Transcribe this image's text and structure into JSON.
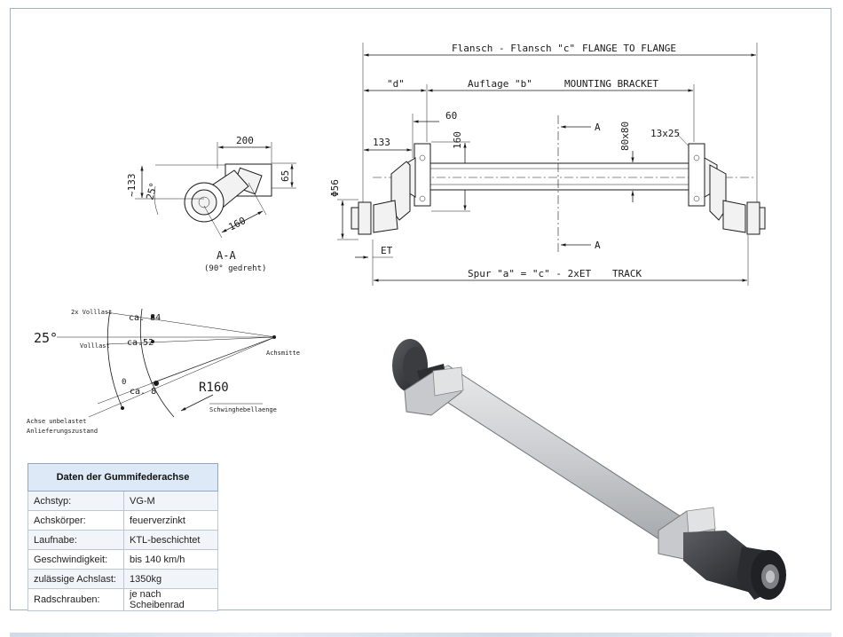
{
  "drawing": {
    "flange_label": "Flansch - Flansch \"c\"",
    "flange_label_en": "FLANGE TO FLANGE",
    "d_label": "\"d\"",
    "bracket_label": "Auflage \"b\"",
    "bracket_label_en": "MOUNTING BRACKET",
    "dim_60": "60",
    "dim_133_front": "133",
    "dim_160_front": "160",
    "dim_80x80": "80x80",
    "dim_13x25": "13x25",
    "dim_phi56": "Φ56",
    "dim_et": "ET",
    "section_a_top": "A",
    "section_a_bottom": "A",
    "track_label": "Spur \"a\" = \"c\" - 2xET",
    "track_label_en": "TRACK"
  },
  "section_view": {
    "dim_200": "200",
    "dim_133": "~133",
    "dim_65": "65",
    "dim_25": "25°",
    "dim_160": "160",
    "title": "A-A",
    "subtitle": "(90° gedreht)"
  },
  "angle_diagram": {
    "angle": "25°",
    "full_load_2x": "2x Volllast",
    "full_load": "Volllast",
    "ca84": "ca. 84",
    "ca52": "ca.52",
    "zero": "0",
    "ca8": "ca. 8",
    "radius": "R160",
    "swing_arm": "Schwinghebellaenge",
    "axle_center": "Achsmitte",
    "unloaded": "Achse unbelastet",
    "delivery": "Anlieferungszustand"
  },
  "specs": {
    "title": "Daten der Gummifederachse",
    "rows": [
      {
        "label": "Achstyp:",
        "value": "VG-M"
      },
      {
        "label": "Achskörper:",
        "value": "feuerverzinkt"
      },
      {
        "label": "Laufnabe:",
        "value": "KTL-beschichtet"
      },
      {
        "label": "Geschwindigkeit:",
        "value": "bis 140 km/h"
      },
      {
        "label": "zulässige Achslast:",
        "value": "1350kg"
      },
      {
        "label": "Radschrauben:",
        "value": "je nach Scheibenrad"
      }
    ]
  }
}
